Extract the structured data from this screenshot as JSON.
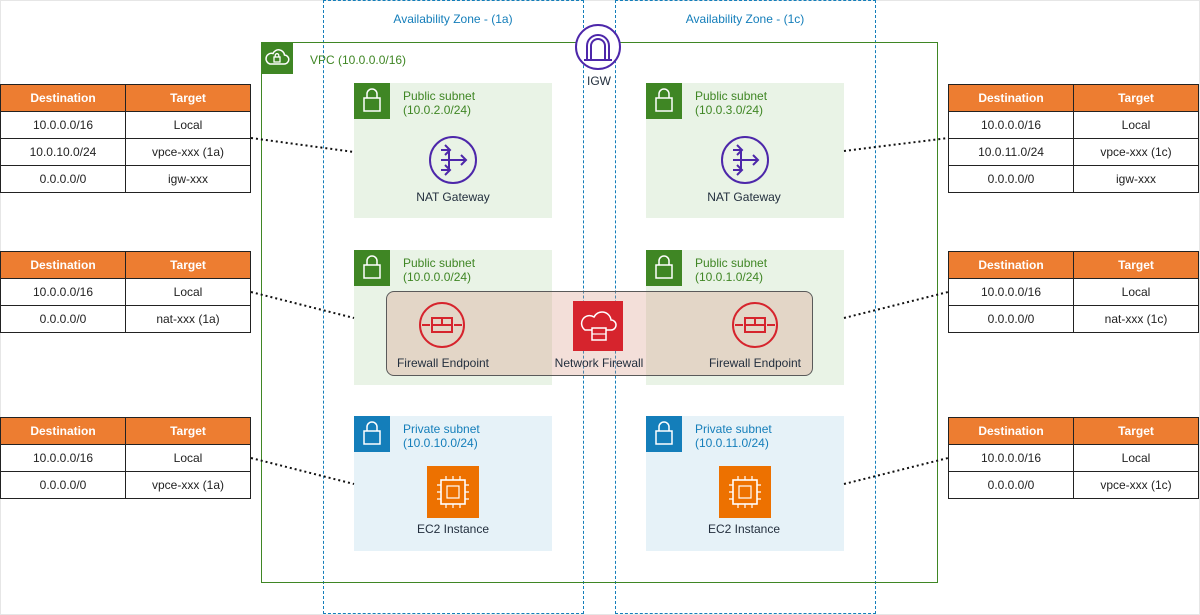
{
  "zones": [
    {
      "label": "Availability Zone - (1a)"
    },
    {
      "label": "Availability Zone - (1c)"
    }
  ],
  "vpc": {
    "label": "VPC (10.0.0.0/16)"
  },
  "igw": {
    "label": "IGW"
  },
  "subnets": [
    {
      "title": "Public subnet",
      "cidr": "(10.0.2.0/24)",
      "service": "NAT Gateway"
    },
    {
      "title": "Public subnet",
      "cidr": "(10.0.3.0/24)",
      "service": "NAT Gateway"
    },
    {
      "title": "Public subnet",
      "cidr": "(10.0.0.0/24)"
    },
    {
      "title": "Public subnet",
      "cidr": "(10.0.1.0/24)"
    },
    {
      "title": "Private subnet",
      "cidr": "(10.0.10.0/24)",
      "service": "EC2 Instance"
    },
    {
      "title": "Private subnet",
      "cidr": "(10.0.11.0/24)",
      "service": "EC2 Instance"
    }
  ],
  "firewall": {
    "endpoint_1a": "Firewall Endpoint",
    "endpoint_1c": "Firewall Endpoint",
    "network_firewall": "Network Firewall"
  },
  "route_tables": {
    "headers": [
      "Destination",
      "Target"
    ],
    "left_top": [
      [
        "10.0.0.0/16",
        "Local"
      ],
      [
        "10.0.10.0/24",
        "vpce-xxx (1a)"
      ],
      [
        "0.0.0.0/0",
        "igw-xxx"
      ]
    ],
    "left_mid": [
      [
        "10.0.0.0/16",
        "Local"
      ],
      [
        "0.0.0.0/0",
        "nat-xxx (1a)"
      ]
    ],
    "left_bot": [
      [
        "10.0.0.0/16",
        "Local"
      ],
      [
        "0.0.0.0/0",
        "vpce-xxx (1a)"
      ]
    ],
    "right_top": [
      [
        "10.0.0.0/16",
        "Local"
      ],
      [
        "10.0.11.0/24",
        "vpce-xxx (1c)"
      ],
      [
        "0.0.0.0/0",
        "igw-xxx"
      ]
    ],
    "right_mid": [
      [
        "10.0.0.0/16",
        "Local"
      ],
      [
        "0.0.0.0/0",
        "nat-xxx (1c)"
      ]
    ],
    "right_bot": [
      [
        "10.0.0.0/16",
        "Local"
      ],
      [
        "0.0.0.0/0",
        "vpce-xxx (1c)"
      ]
    ]
  },
  "colors": {
    "vpc_green": "#3F8624",
    "az_blue": "#147EBA",
    "nat_purple": "#4D27AA",
    "firewall_red": "#D6242D",
    "ec2_orange": "#ED7100",
    "table_header_orange": "#ED7D31"
  },
  "icons": [
    "cloud-lock-icon",
    "padlock-icon",
    "igw-arch-icon",
    "nat-gateway-icon",
    "firewall-endpoint-icon",
    "network-firewall-icon",
    "ec2-chip-icon"
  ]
}
